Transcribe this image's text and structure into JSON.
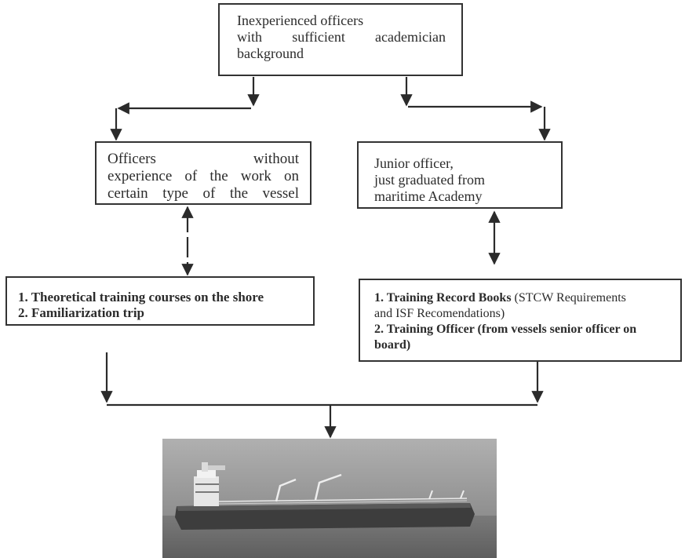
{
  "diagram": {
    "top_box": {
      "line1": "Inexperienced officers",
      "line2": "with sufficient academician",
      "line3": "background"
    },
    "left_box": {
      "line1": "Officers without",
      "line2": "experience of the work on",
      "line3": "certain type of the vessel"
    },
    "right_box": {
      "line1": "Junior officer,",
      "line2": "just graduated from",
      "line3": "maritime Academy"
    },
    "bottom_left_box": {
      "item1": "1. Theoretical training courses on the shore",
      "item2": "2. Familiarization trip"
    },
    "bottom_right_box": {
      "item1_bold": "1. Training Record Books",
      "item1_rest": " (STCW Requirements",
      "item1_line2": "and ISF Recomendations)",
      "item2": "2. Training Officer (from vessels senior officer on board)"
    },
    "image": {
      "subject": "oil tanker vessel at sea",
      "sky_color": "#9a9a9a",
      "sea_color": "#6f6f6f"
    }
  }
}
